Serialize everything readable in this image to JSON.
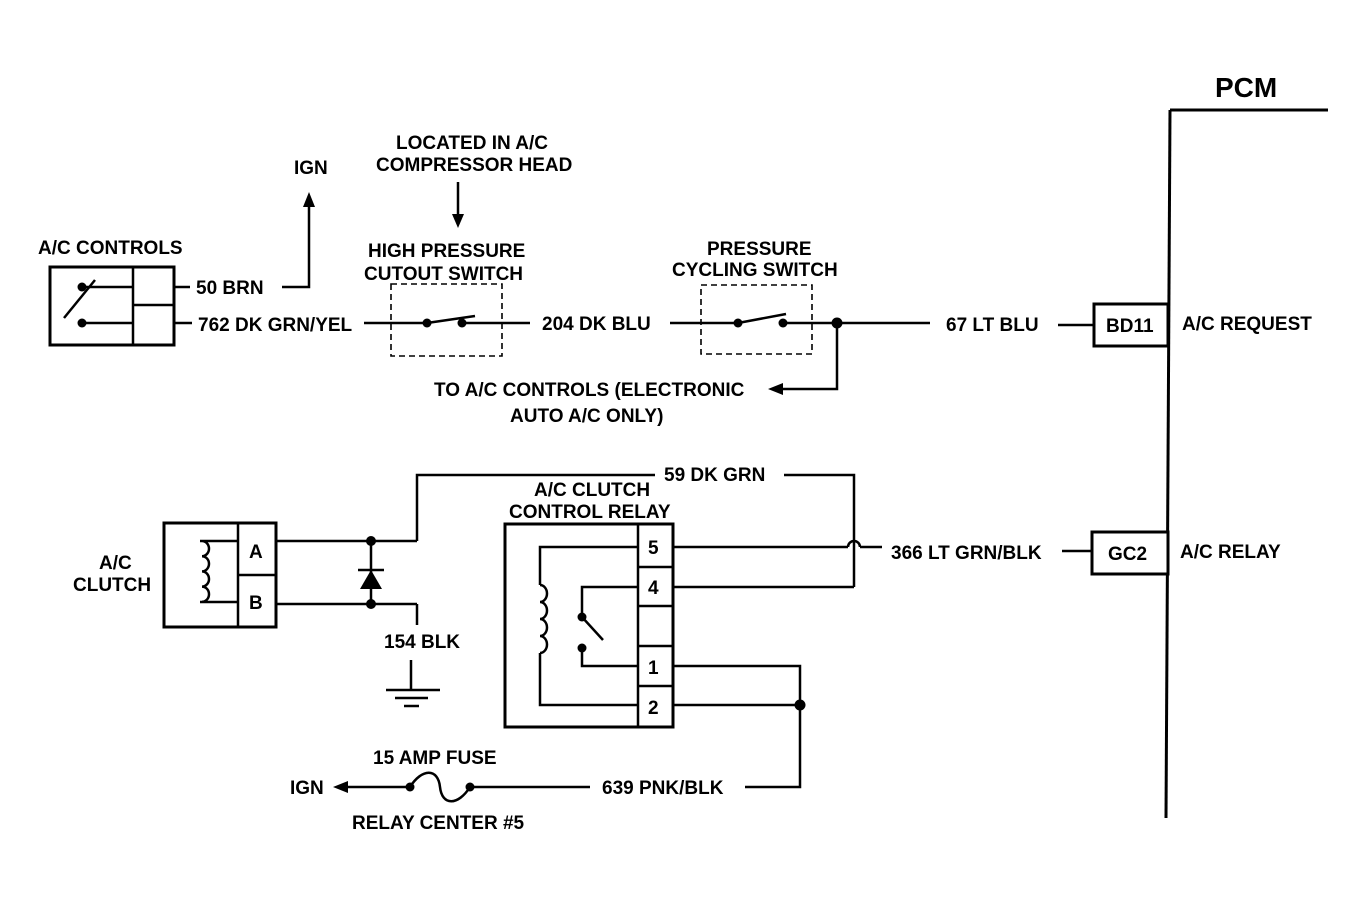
{
  "pcm": {
    "title": "PCM",
    "ac_request_pin": "BD11",
    "ac_request_label": "A/C REQUEST",
    "ac_relay_pin": "GC2",
    "ac_relay_label": "A/C RELAY"
  },
  "ac_controls": {
    "title": "A/C CONTROLS",
    "wire_top": "50 BRN",
    "wire_bottom": "762 DK GRN/YEL",
    "ign": "IGN"
  },
  "compressor_note": {
    "line1": "LOCATED IN A/C",
    "line2": "COMPRESSOR HEAD"
  },
  "high_pressure_switch": {
    "line1": "HIGH PRESSURE",
    "line2": "CUTOUT SWITCH",
    "wire_out": "204 DK BLU"
  },
  "cycling_switch": {
    "line1": "PRESSURE",
    "line2": "CYCLING SWITCH",
    "wire_out": "67 LT BLU"
  },
  "to_controls_note": {
    "line1": "TO A/C CONTROLS (ELECTRONIC",
    "line2": "AUTO A/C ONLY)"
  },
  "clutch": {
    "line1": "A/C",
    "line2": "CLUTCH",
    "pin_a": "A",
    "pin_b": "B",
    "feed_wire": "59 DK GRN",
    "ground_wire": "154 BLK"
  },
  "relay": {
    "line1": "A/C CLUTCH",
    "line2": "CONTROL RELAY",
    "pin5": "5",
    "pin4": "4",
    "pin1": "1",
    "pin2": "2",
    "control_wire": "366 LT GRN/BLK",
    "power_wire": "639 PNK/BLK"
  },
  "fuse": {
    "label": "15 AMP FUSE",
    "location": "RELAY CENTER #5",
    "ign": "IGN"
  }
}
